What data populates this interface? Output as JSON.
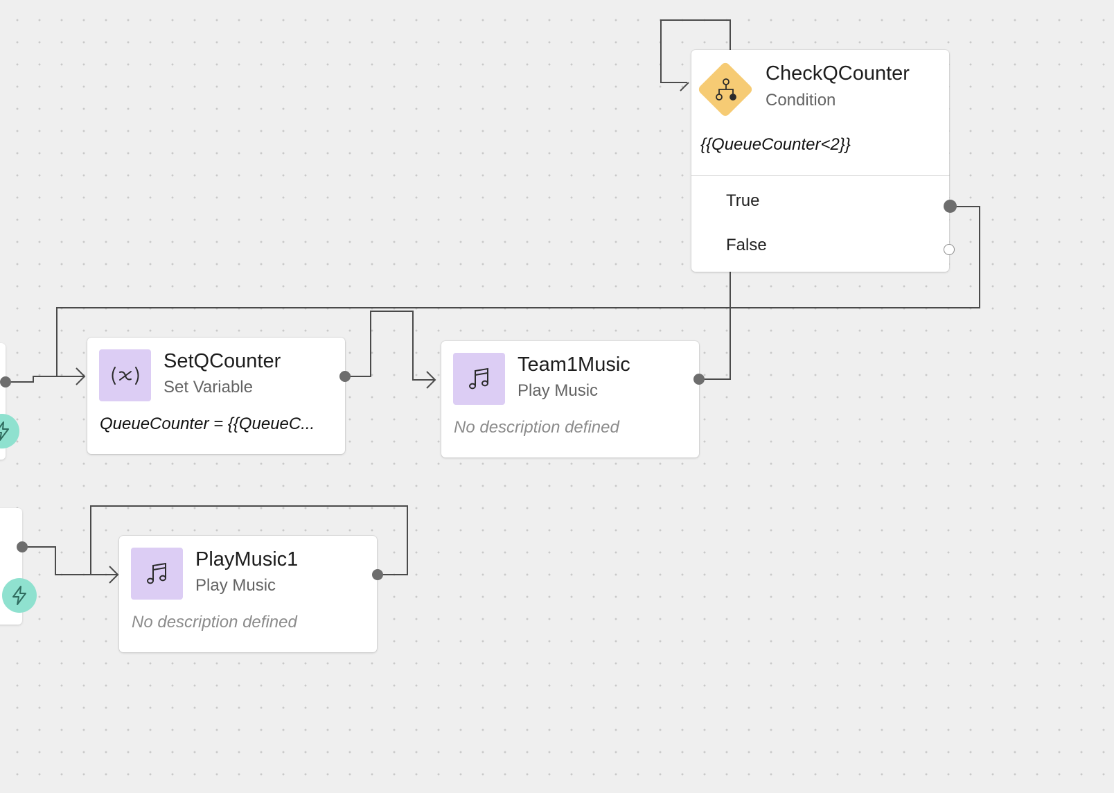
{
  "canvas": {
    "background": "#efefef",
    "line_color": "#4a4a4a",
    "port_color": "#6d6d6d"
  },
  "nodes": {
    "check_q_counter": {
      "title": "CheckQCounter",
      "type": "Condition",
      "expression": "{{QueueCounter<2}}",
      "icon": "condition-branch-icon",
      "icon_color": "#f6cb74",
      "branches": {
        "true_label": "True",
        "false_label": "False"
      }
    },
    "set_q_counter": {
      "title": "SetQCounter",
      "type": "Set Variable",
      "expression": "QueueCounter = {{QueueC...",
      "icon": "variable-icon",
      "icon_color": "#dccdf4"
    },
    "team1_music": {
      "title": "Team1Music",
      "type": "Play Music",
      "description": "No description defined",
      "icon": "music-note-icon",
      "icon_color": "#dccdf4"
    },
    "play_music1": {
      "title": "PlayMusic1",
      "type": "Play Music",
      "description": "No description defined",
      "icon": "music-note-icon",
      "icon_color": "#dccdf4"
    }
  },
  "event_badges": {
    "icon": "lightning-bolt-icon",
    "color": "#8fe1cf"
  }
}
